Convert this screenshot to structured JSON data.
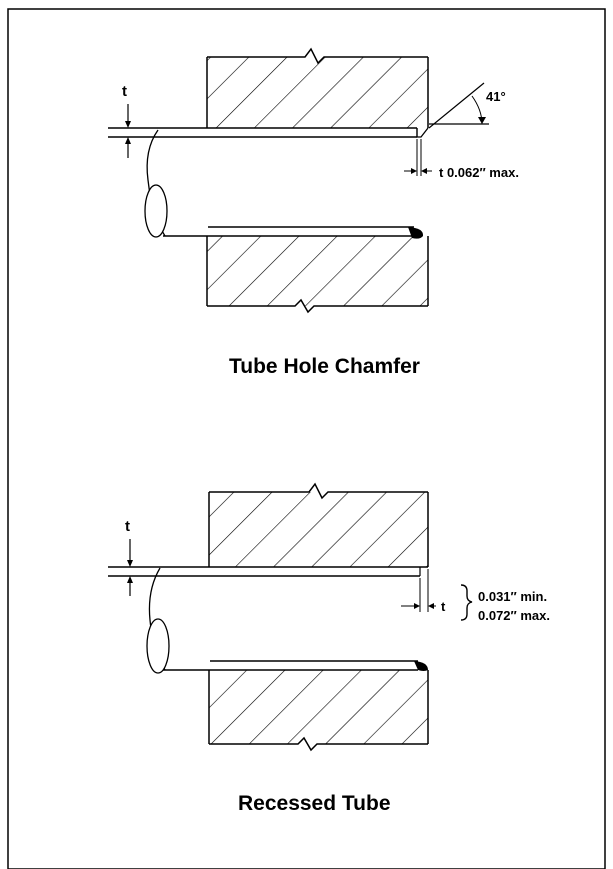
{
  "figure_1": {
    "caption": "Tube Hole Chamfer",
    "thickness_label": "t",
    "angle_label": "41°",
    "dimension_label": "t 0.062″ max."
  },
  "figure_2": {
    "caption": "Recessed Tube",
    "thickness_label": "t",
    "recess_label": "t",
    "dimension_min": "0.031″ min.",
    "dimension_max": "0.072″ max."
  }
}
